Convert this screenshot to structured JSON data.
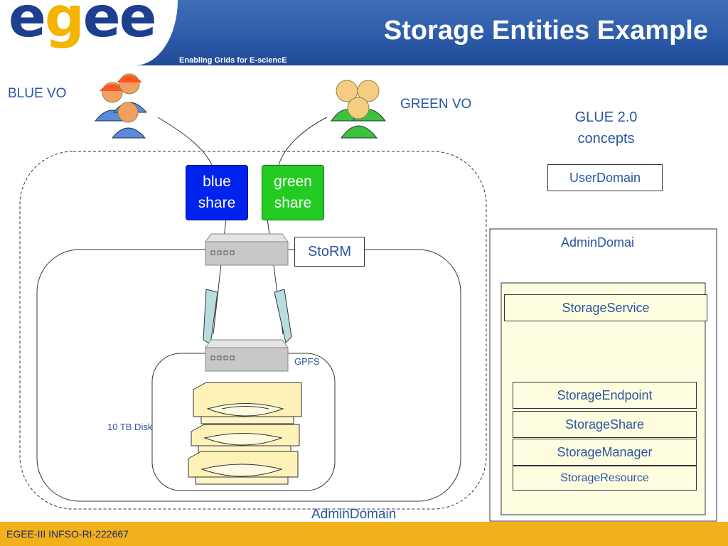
{
  "header": {
    "logo": "egee",
    "title": "Storage Entities Example",
    "tagline": "Enabling Grids for E-sciencE"
  },
  "footer": {
    "text": "EGEE-III INFSO-RI-222667"
  },
  "diagram": {
    "blue_vo": "BLUE VO",
    "green_vo": "GREEN VO",
    "glue_title": "GLUE 2.0\nconcepts",
    "user_domain": "UserDomain",
    "admin_domain_box": "AdminDomai",
    "storage_service": "StorageService",
    "storage_endpoint": "StorageEndpoint",
    "storage_share": "StorageShare",
    "storage_manager": "StorageManager",
    "storage_resource": "StorageResource",
    "blue_share": "blue\nshare",
    "green_share": "green\nshare",
    "storm": "StoRM",
    "gpfs": "GPFS",
    "disk": "10 TB Disk",
    "admin_domain_bottom": "AdminDomain"
  },
  "colors": {
    "header_blue": "#2c5aa8",
    "footer_gold": "#f2b01a",
    "blue_share": "#0022ee",
    "green_share": "#22cc22",
    "label_blue": "#2a55a0",
    "cream": "#fffde0"
  },
  "icons": [
    "blue-users-icon",
    "green-users-icon",
    "server-icon",
    "disk-stack-icon"
  ]
}
